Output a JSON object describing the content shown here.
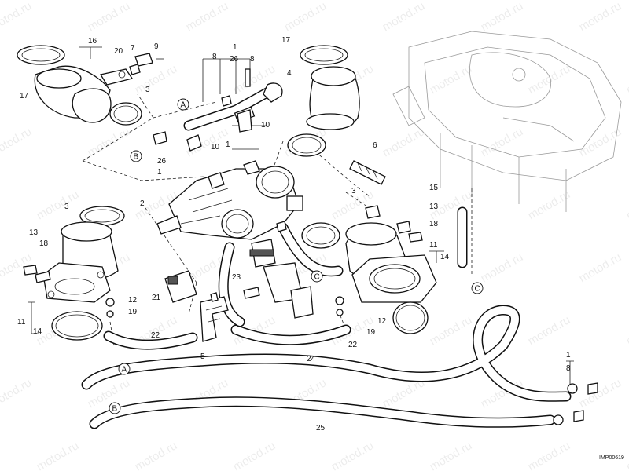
{
  "labels": [
    {
      "id": "l16",
      "text": "16"
    },
    {
      "id": "l20",
      "text": "20"
    },
    {
      "id": "l7",
      "text": "7"
    },
    {
      "id": "l9",
      "text": "9"
    },
    {
      "id": "l17a",
      "text": "17"
    },
    {
      "id": "l3a",
      "text": "3"
    },
    {
      "id": "l1a",
      "text": "1"
    },
    {
      "id": "l8a",
      "text": "8"
    },
    {
      "id": "l26a",
      "text": "26"
    },
    {
      "id": "l8b",
      "text": "8"
    },
    {
      "id": "l17b",
      "text": "17"
    },
    {
      "id": "l4",
      "text": "4"
    },
    {
      "id": "l10a",
      "text": "10"
    },
    {
      "id": "l10b",
      "text": "10"
    },
    {
      "id": "l6",
      "text": "6"
    },
    {
      "id": "l26b",
      "text": "26"
    },
    {
      "id": "l3b",
      "text": "3"
    },
    {
      "id": "l3c",
      "text": "3"
    },
    {
      "id": "l2",
      "text": "2"
    },
    {
      "id": "l15",
      "text": "15"
    },
    {
      "id": "l13a",
      "text": "13"
    },
    {
      "id": "l18a",
      "text": "18"
    },
    {
      "id": "l13b",
      "text": "13"
    },
    {
      "id": "l18b",
      "text": "18"
    },
    {
      "id": "l11a",
      "text": "11"
    },
    {
      "id": "l14a",
      "text": "14"
    },
    {
      "id": "l23",
      "text": "23"
    },
    {
      "id": "l21",
      "text": "21"
    },
    {
      "id": "l12a",
      "text": "12"
    },
    {
      "id": "l19a",
      "text": "19"
    },
    {
      "id": "l11b",
      "text": "11"
    },
    {
      "id": "l14b",
      "text": "14"
    },
    {
      "id": "l12b",
      "text": "12"
    },
    {
      "id": "l19b",
      "text": "19"
    },
    {
      "id": "l22a",
      "text": "22"
    },
    {
      "id": "l22b",
      "text": "22"
    },
    {
      "id": "l5",
      "text": "5"
    },
    {
      "id": "l24",
      "text": "24"
    },
    {
      "id": "l8c",
      "text": "8"
    },
    {
      "id": "l1b",
      "text": "1"
    },
    {
      "id": "l25",
      "text": "25"
    },
    {
      "id": "l1c",
      "text": "1"
    },
    {
      "id": "l1d",
      "text": "1"
    }
  ],
  "connectors": [
    {
      "id": "cA1",
      "text": "A"
    },
    {
      "id": "cB1",
      "text": "B"
    },
    {
      "id": "cC1",
      "text": "C"
    },
    {
      "id": "cC2",
      "text": "C"
    },
    {
      "id": "cA2",
      "text": "A"
    },
    {
      "id": "cB2",
      "text": "B"
    }
  ],
  "drawing_code": "IMP00619",
  "watermark": "motod.ru"
}
